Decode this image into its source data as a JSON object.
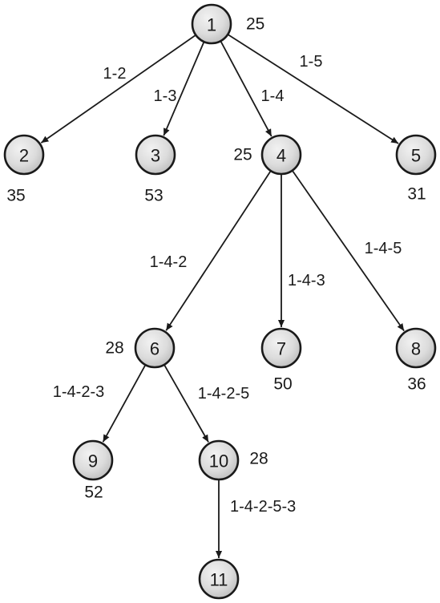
{
  "nodes": [
    {
      "id": "1",
      "label": "1",
      "value": "25"
    },
    {
      "id": "2",
      "label": "2",
      "value": "35"
    },
    {
      "id": "3",
      "label": "3",
      "value": "53"
    },
    {
      "id": "4",
      "label": "4",
      "value": "25"
    },
    {
      "id": "5",
      "label": "5",
      "value": "31"
    },
    {
      "id": "6",
      "label": "6",
      "value": "28"
    },
    {
      "id": "7",
      "label": "7",
      "value": "50"
    },
    {
      "id": "8",
      "label": "8",
      "value": "36"
    },
    {
      "id": "9",
      "label": "9",
      "value": "52"
    },
    {
      "id": "10",
      "label": "10",
      "value": "28"
    },
    {
      "id": "11",
      "label": "11",
      "value": ""
    }
  ],
  "edges": [
    {
      "from": "1",
      "to": "2",
      "label": "1-2"
    },
    {
      "from": "1",
      "to": "3",
      "label": "1-3"
    },
    {
      "from": "1",
      "to": "4",
      "label": "1-4"
    },
    {
      "from": "1",
      "to": "5",
      "label": "1-5"
    },
    {
      "from": "4",
      "to": "6",
      "label": "1-4-2"
    },
    {
      "from": "4",
      "to": "7",
      "label": "1-4-3"
    },
    {
      "from": "4",
      "to": "8",
      "label": "1-4-5"
    },
    {
      "from": "6",
      "to": "9",
      "label": "1-4-2-3"
    },
    {
      "from": "6",
      "to": "10",
      "label": "1-4-2-5"
    },
    {
      "from": "10",
      "to": "11",
      "label": "1-4-2-5-3"
    }
  ]
}
